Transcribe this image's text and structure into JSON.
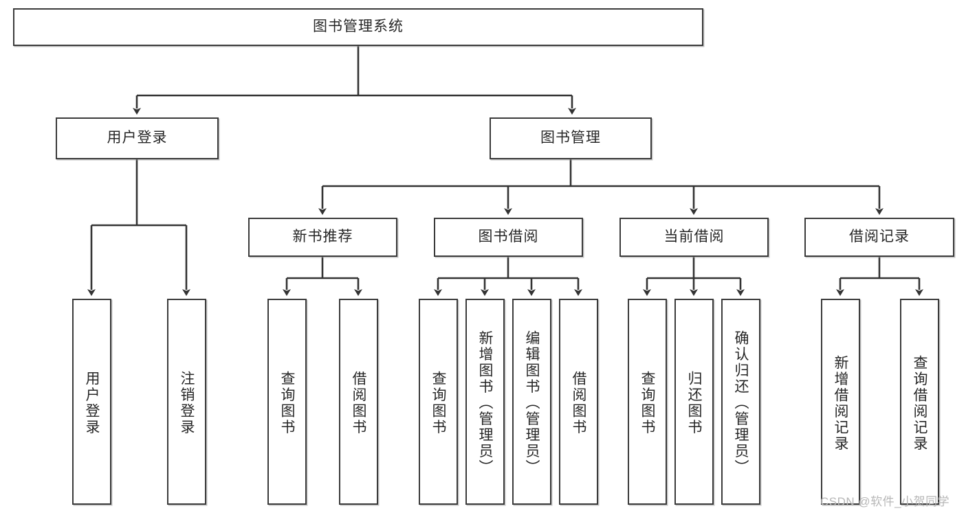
{
  "diagram": {
    "title": "图书管理系统",
    "type": "tree-hierarchy",
    "watermark": "CSDN @软件_小贺同学",
    "colors": {
      "box_border": "#3a3a3a",
      "box_fill": "#ffffff",
      "connector": "#333333",
      "text": "#262626",
      "watermark": "#b7b7b7",
      "background": "#ffffff"
    },
    "levels": [
      {
        "level": 1,
        "nodes": [
          {
            "id": "root",
            "label": "图书管理系统",
            "orientation": "horizontal"
          }
        ]
      },
      {
        "level": 2,
        "nodes": [
          {
            "id": "user-login",
            "label": "用户登录",
            "orientation": "horizontal",
            "parent": "root"
          },
          {
            "id": "book-manage",
            "label": "图书管理",
            "orientation": "horizontal",
            "parent": "root"
          }
        ]
      },
      {
        "level": 3,
        "nodes": [
          {
            "id": "new-book-rec",
            "label": "新书推荐",
            "orientation": "horizontal",
            "parent": "book-manage"
          },
          {
            "id": "book-borrow",
            "label": "图书借阅",
            "orientation": "horizontal",
            "parent": "book-manage"
          },
          {
            "id": "current-borrow",
            "label": "当前借阅",
            "orientation": "horizontal",
            "parent": "book-manage"
          },
          {
            "id": "borrow-record",
            "label": "借阅记录",
            "orientation": "horizontal",
            "parent": "book-manage"
          }
        ]
      },
      {
        "level": 4,
        "nodes": [
          {
            "id": "leaf-user-login",
            "label": "用户登录",
            "orientation": "vertical",
            "parent": "user-login"
          },
          {
            "id": "leaf-logout-login",
            "label": "注销登录",
            "orientation": "vertical",
            "parent": "user-login"
          },
          {
            "id": "leaf-query-book-1",
            "label": "查询图书",
            "orientation": "vertical",
            "parent": "new-book-rec"
          },
          {
            "id": "leaf-borrow-book-1",
            "label": "借阅图书",
            "orientation": "vertical",
            "parent": "new-book-rec"
          },
          {
            "id": "leaf-query-book-2",
            "label": "查询图书",
            "orientation": "vertical",
            "parent": "book-borrow"
          },
          {
            "id": "leaf-add-book",
            "label": "新增图书（管理员）",
            "orientation": "vertical",
            "parent": "book-borrow"
          },
          {
            "id": "leaf-edit-book",
            "label": "编辑图书（管理员）",
            "orientation": "vertical",
            "parent": "book-borrow"
          },
          {
            "id": "leaf-borrow-book-2",
            "label": "借阅图书",
            "orientation": "vertical",
            "parent": "book-borrow"
          },
          {
            "id": "leaf-query-book-3",
            "label": "查询图书",
            "orientation": "vertical",
            "parent": "current-borrow"
          },
          {
            "id": "leaf-return-book",
            "label": "归还图书",
            "orientation": "vertical",
            "parent": "current-borrow"
          },
          {
            "id": "leaf-confirm-return",
            "label": "确认归还（管理员）",
            "orientation": "vertical",
            "parent": "current-borrow"
          },
          {
            "id": "leaf-add-record",
            "label": "新增借阅记录",
            "orientation": "vertical",
            "parent": "borrow-record"
          },
          {
            "id": "leaf-query-record",
            "label": "查询借阅记录",
            "orientation": "vertical",
            "parent": "borrow-record"
          }
        ]
      }
    ]
  }
}
